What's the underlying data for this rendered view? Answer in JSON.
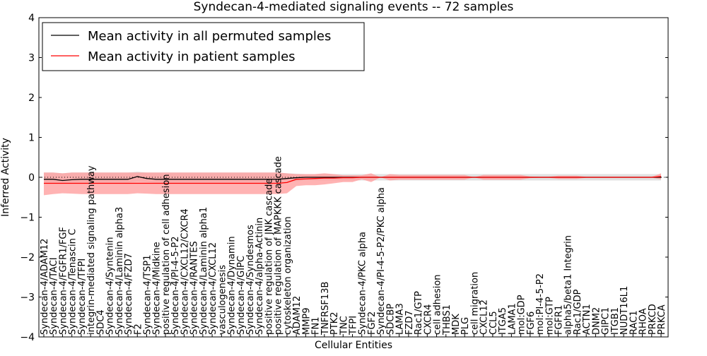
{
  "chart_data": {
    "type": "line",
    "title": "Syndecan-4-mediated signaling events -- 72 samples",
    "xlabel": "Cellular Entities",
    "ylabel": "Inferred Activity",
    "ylim": [
      -4,
      4
    ],
    "yticks": [
      "4",
      "3",
      "2",
      "1",
      "0",
      "−1",
      "−2",
      "−3",
      "−4"
    ],
    "legend_position": "top-left",
    "colors": {
      "permuted": "#000000",
      "patient": "#ff0000",
      "patient_band": "#ff9a9a",
      "permuted_band": "#d9d9d9"
    },
    "categories": [
      "Syndecan-4/ADAM12",
      "Syndecan-4/TACI",
      "Syndecan-4/FGFR1/FGF",
      "Syndecan-4/Tenascin C",
      "Syndecan-4/TFPI",
      "integrin-mediated signaling pathway",
      "SDC4",
      "Syndecan-4/Syntenin",
      "Syndecan-4/Laminin alpha3",
      "Syndecan-4/FZD7",
      "F2",
      "Syndecan-4/TSP1",
      "Syndecan-4/Midkine",
      "positive regulation of cell adhesion",
      "Syndecan-4/PI-4-5-P2",
      "Syndecan-4/CXCL12/CXCR4",
      "Syndecan-4/RANTES",
      "Syndecan-4/Laminin alpha1",
      "Syndecan-4/CXCL12",
      "vasculogenesis",
      "Syndecan-4/Dynamin",
      "Syndecan-4/GIPC",
      "Syndecan-4/Syndesmos",
      "Syndecan-4/alpha-Actinin",
      "positive regulation of JNK cascade",
      "positive regulation of MAPKKK cascade",
      "cytoskeleton organization",
      "ADAM12",
      "MMP9",
      "FN1",
      "TNFRSF13B",
      "PTK2",
      "TNC",
      "TFPI",
      "Syndecan-4/PKC alpha",
      "FGF2",
      "Syndecan-4/PI-4-5-P2/PKC alpha",
      "SDCBP",
      "LAMA3",
      "FZD7",
      "Rac1/GTP",
      "CXCR4",
      "cell adhesion",
      "THBS1",
      "MDK",
      "PLG",
      "cell migration",
      "CXCL12",
      "CCL5",
      "ITGA5",
      "LAMA1",
      "mol:GDP",
      "FGF6",
      "mol:PI-4-5-P2",
      "mol:GTP",
      "FGFR1",
      "alpha5/beta1 Integrin",
      "Rac1/GDP",
      "ACTN1",
      "DNM2",
      "GIPC1",
      "ITGB1",
      "NUDT16L1",
      "RAC1",
      "RHOA",
      "PRKCD",
      "PRKCA"
    ],
    "series": [
      {
        "name": "Mean activity in all permuted samples",
        "values": [
          -0.05,
          -0.05,
          -0.08,
          -0.06,
          -0.05,
          -0.05,
          -0.05,
          -0.05,
          -0.05,
          -0.05,
          0.02,
          -0.03,
          -0.05,
          -0.05,
          -0.05,
          -0.05,
          -0.05,
          -0.05,
          -0.05,
          -0.05,
          -0.05,
          -0.05,
          -0.05,
          -0.05,
          -0.05,
          -0.05,
          -0.03,
          -0.01,
          0,
          0,
          0,
          0,
          0,
          0,
          0,
          0,
          0,
          0,
          0,
          0,
          0,
          0,
          0,
          0,
          0,
          0,
          0,
          0,
          0,
          0,
          0,
          0,
          0,
          0,
          0,
          0,
          0,
          0,
          0,
          0,
          0,
          0,
          0,
          0,
          0,
          0,
          0
        ],
        "band_lower": [
          -0.14,
          -0.14,
          -0.16,
          -0.14,
          -0.14,
          -0.14,
          -0.14,
          -0.14,
          -0.14,
          -0.14,
          -0.1,
          -0.12,
          -0.14,
          -0.14,
          -0.14,
          -0.14,
          -0.14,
          -0.14,
          -0.14,
          -0.14,
          -0.14,
          -0.14,
          -0.14,
          -0.14,
          -0.14,
          -0.14,
          -0.12,
          -0.1,
          -0.08,
          -0.08,
          -0.08,
          -0.08,
          -0.08,
          -0.08,
          -0.08,
          -0.08,
          -0.08,
          -0.08,
          -0.08,
          -0.08,
          -0.08,
          -0.08,
          -0.08,
          -0.08,
          -0.08,
          -0.08,
          -0.08,
          -0.08,
          -0.08,
          -0.08,
          -0.08,
          -0.08,
          -0.08,
          -0.08,
          -0.08,
          -0.08,
          -0.08,
          -0.08,
          -0.08,
          -0.08,
          -0.08,
          -0.08,
          -0.08,
          -0.08,
          -0.08,
          -0.08,
          -0.08
        ],
        "band_upper": [
          0.12,
          0.12,
          0.1,
          0.12,
          0.12,
          0.12,
          0.12,
          0.12,
          0.12,
          0.12,
          0.14,
          0.12,
          0.12,
          0.12,
          0.12,
          0.12,
          0.12,
          0.12,
          0.12,
          0.12,
          0.12,
          0.12,
          0.12,
          0.12,
          0.12,
          0.12,
          0.1,
          0.09,
          0.08,
          0.08,
          0.08,
          0.08,
          0.08,
          0.08,
          0.08,
          0.08,
          0.08,
          0.08,
          0.08,
          0.08,
          0.08,
          0.08,
          0.08,
          0.08,
          0.08,
          0.08,
          0.08,
          0.08,
          0.08,
          0.08,
          0.08,
          0.08,
          0.08,
          0.08,
          0.08,
          0.08,
          0.08,
          0.08,
          0.08,
          0.08,
          0.08,
          0.08,
          0.08,
          0.08,
          0.08,
          0.08,
          0.08
        ]
      },
      {
        "name": "Mean activity in patient samples",
        "values": [
          -0.15,
          -0.15,
          -0.15,
          -0.15,
          -0.15,
          -0.15,
          -0.15,
          -0.15,
          -0.15,
          -0.15,
          -0.15,
          -0.15,
          -0.15,
          -0.15,
          -0.15,
          -0.15,
          -0.15,
          -0.15,
          -0.15,
          -0.15,
          -0.15,
          -0.15,
          -0.15,
          -0.15,
          -0.15,
          -0.15,
          -0.13,
          -0.05,
          -0.04,
          -0.03,
          -0.02,
          -0.02,
          -0.01,
          -0.01,
          0,
          0,
          0,
          0,
          0,
          0,
          0,
          0,
          0,
          0,
          0,
          0,
          0,
          0,
          0,
          0,
          0,
          0,
          0,
          0,
          0,
          0,
          0,
          0,
          0,
          0,
          0,
          0,
          0,
          0,
          0,
          0,
          0.02
        ],
        "band_lower": [
          -0.45,
          -0.42,
          -0.4,
          -0.41,
          -0.42,
          -0.42,
          -0.42,
          -0.42,
          -0.42,
          -0.42,
          -0.4,
          -0.41,
          -0.42,
          -0.42,
          -0.42,
          -0.42,
          -0.42,
          -0.42,
          -0.42,
          -0.42,
          -0.42,
          -0.42,
          -0.42,
          -0.42,
          -0.42,
          -0.42,
          -0.4,
          -0.22,
          -0.2,
          -0.2,
          -0.18,
          -0.15,
          -0.12,
          -0.12,
          -0.05,
          -0.12,
          0,
          -0.08,
          -0.06,
          -0.06,
          -0.06,
          -0.06,
          -0.06,
          -0.06,
          -0.06,
          -0.06,
          0,
          -0.06,
          -0.06,
          -0.06,
          -0.06,
          -0.06,
          -0.02,
          -0.01,
          -0.01,
          -0.04,
          -0.04,
          -0.04,
          -0.01,
          -0.01,
          -0.01,
          -0.01,
          -0.01,
          -0.01,
          -0.01,
          -0.01,
          -0.05
        ],
        "band_upper": [
          0.12,
          0.12,
          0.1,
          0.12,
          0.12,
          0.12,
          0.12,
          0.12,
          0.12,
          0.12,
          0.12,
          0.12,
          0.12,
          0.12,
          0.12,
          0.12,
          0.12,
          0.12,
          0.12,
          0.12,
          0.12,
          0.12,
          0.12,
          0.12,
          0.12,
          0.12,
          0.1,
          0.08,
          0.08,
          0.08,
          0.1,
          0.08,
          0.05,
          0.05,
          0.05,
          0.1,
          0,
          0.08,
          0.06,
          0.06,
          0.06,
          0.06,
          0.06,
          0.06,
          0.06,
          0.06,
          0,
          0.06,
          0.06,
          0.06,
          0.06,
          0.06,
          0.02,
          0.01,
          0.01,
          0.04,
          0.04,
          0.04,
          0.01,
          0.01,
          0.01,
          0.01,
          0.01,
          0.01,
          0.01,
          0.01,
          0.1
        ]
      }
    ]
  }
}
